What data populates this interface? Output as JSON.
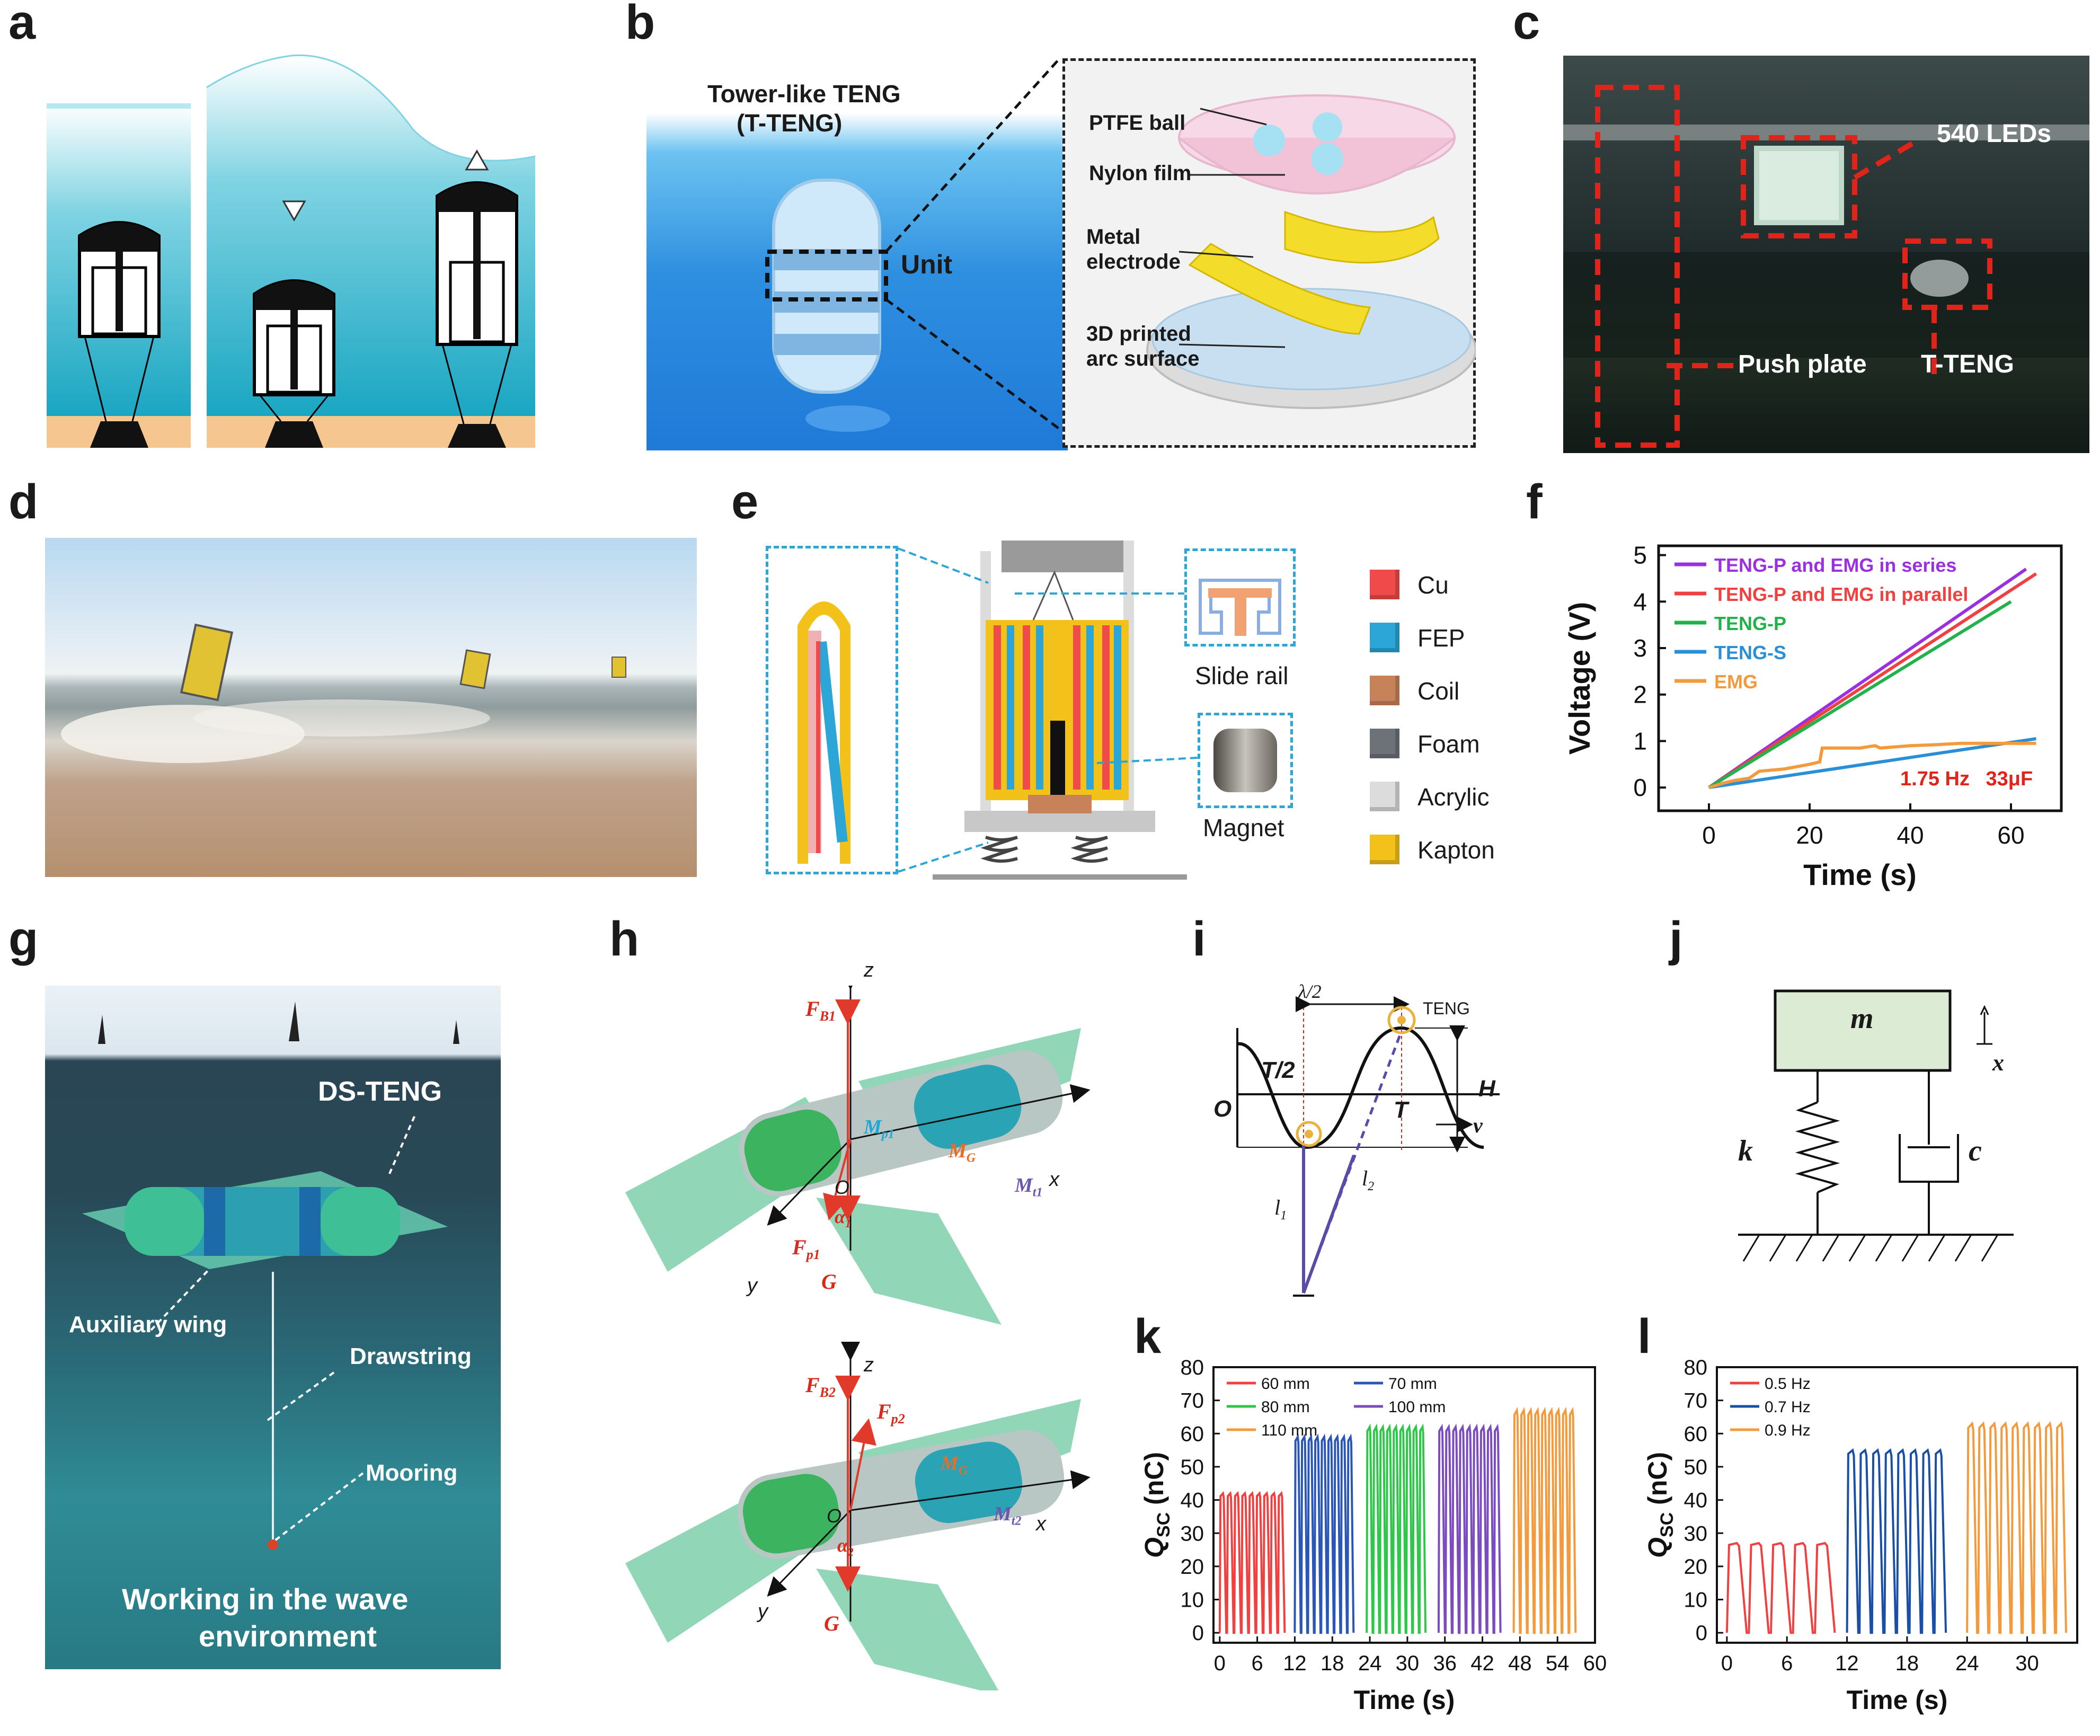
{
  "panels": [
    "a",
    "b",
    "c",
    "d",
    "e",
    "f",
    "g",
    "h",
    "i",
    "j",
    "k",
    "l"
  ],
  "b": {
    "title1": "Tower-like TENG",
    "title2": "(T-TENG)",
    "unit": "Unit",
    "ptfe": "PTFE ball",
    "nylon": "Nylon film",
    "metal1": "Metal",
    "metal2": "electrode",
    "arc1": "3D printed",
    "arc2": "arc surface"
  },
  "c": {
    "leds": "540 LEDs",
    "push": "Push plate",
    "teng": "T-TENG"
  },
  "e": {
    "slide": "Slide rail",
    "magnet": "Magnet",
    "legend": [
      {
        "name": "Cu",
        "color": "#f04a4a"
      },
      {
        "name": "FEP",
        "color": "#2ba6d6"
      },
      {
        "name": "Coil",
        "color": "#c8825a"
      },
      {
        "name": "Foam",
        "color": "#6d7178"
      },
      {
        "name": "Acrylic",
        "color": "#dcdcdc"
      },
      {
        "name": "Kapton",
        "color": "#f2c21a"
      }
    ]
  },
  "f": {
    "ylabel": "Voltage (V)",
    "xlabel": "Time (s)",
    "annot1": "1.75 Hz",
    "annot2": "33μF",
    "xticks": [
      "0",
      "20",
      "40",
      "60"
    ],
    "yticks": [
      "0",
      "1",
      "2",
      "3",
      "4",
      "5"
    ]
  },
  "g": {
    "dsteng": "DS-TENG",
    "wing": "Auxiliary wing",
    "drawstring": "Drawstring",
    "mooring": "Mooring",
    "working1": "Working in the wave",
    "working2": "environment"
  },
  "h": {
    "z": "z",
    "x": "x",
    "y": "y",
    "o": "O",
    "fb1": "F",
    "fb1s": "B1",
    "mp1": "M",
    "mp1s": "p1",
    "mg1": "M",
    "mg1s": "G",
    "mt1": "M",
    "mt1s": "t1",
    "fp1": "F",
    "fp1s": "p1",
    "g1": "G",
    "a1": "α",
    "a1s": "1",
    "fb2": "F",
    "fb2s": "B2",
    "fp2": "F",
    "fp2s": "p2",
    "mg2": "M",
    "mg2s": "G",
    "mt2": "M",
    "mt2s": "t2",
    "g2": "G",
    "a2": "α",
    "a2s": "2"
  },
  "i": {
    "lambda": "λ/2",
    "teng": "TENG",
    "t2": "T/2",
    "o": "O",
    "t": "T",
    "v": "v",
    "h": "H",
    "l1": "l",
    "l1s": "1",
    "l2": "l",
    "l2s": "2"
  },
  "j": {
    "m": "m",
    "x": "x",
    "k": "k",
    "c": "c"
  },
  "k": {
    "ylabel": "Q",
    "ylabel_sub": "SC",
    "ylabel_unit": " (nC)",
    "xlabel": "Time (s)",
    "xticks": [
      "0",
      "6",
      "12",
      "18",
      "24",
      "30",
      "36",
      "42",
      "48",
      "54",
      "60"
    ],
    "yticks": [
      "0",
      "10",
      "20",
      "30",
      "40",
      "50",
      "60",
      "70",
      "80"
    ],
    "legend": [
      {
        "name": "60 mm",
        "color": "#f04040"
      },
      {
        "name": "70 mm",
        "color": "#2a56b8"
      },
      {
        "name": "80 mm",
        "color": "#2ec74a"
      },
      {
        "name": "100 mm",
        "color": "#7a4cc0"
      },
      {
        "name": "110 mm",
        "color": "#f39a3c"
      }
    ]
  },
  "l": {
    "ylabel": "Q",
    "ylabel_sub": "SC",
    "ylabel_unit": " (nC)",
    "xlabel": "Time (s)",
    "xticks": [
      "0",
      "6",
      "12",
      "18",
      "24",
      "30"
    ],
    "yticks": [
      "0",
      "10",
      "20",
      "30",
      "40",
      "50",
      "60",
      "70",
      "80"
    ],
    "legend": [
      {
        "name": "0.5 Hz",
        "color": "#f04040"
      },
      {
        "name": "0.7 Hz",
        "color": "#1a4fa8"
      },
      {
        "name": "0.9 Hz",
        "color": "#f39a3c"
      }
    ]
  },
  "chart_data": [
    {
      "type": "line",
      "panel": "f",
      "xlabel": "Time (s)",
      "ylabel": "Voltage (V)",
      "xlim": [
        -10,
        70
      ],
      "ylim": [
        -0.5,
        5.2
      ],
      "series": [
        {
          "name": "TENG-P and EMG in series",
          "color": "#9b30e0",
          "x": [
            0,
            63
          ],
          "y": [
            0,
            4.7
          ]
        },
        {
          "name": "TENG-P and EMG in parallel",
          "color": "#f04040",
          "x": [
            0,
            65
          ],
          "y": [
            0,
            4.6
          ]
        },
        {
          "name": "TENG-P",
          "color": "#22b24c",
          "x": [
            0,
            60
          ],
          "y": [
            0,
            4.0
          ]
        },
        {
          "name": "TENG-S",
          "color": "#2a8fd6",
          "x": [
            0,
            65
          ],
          "y": [
            0,
            1.05
          ]
        },
        {
          "name": "EMG",
          "color": "#f39a3c",
          "x": [
            0,
            3,
            5,
            8,
            10,
            15,
            20,
            22,
            22.5,
            30,
            33,
            34,
            40,
            45,
            50,
            60,
            65
          ],
          "y": [
            0,
            0.1,
            0.15,
            0.2,
            0.35,
            0.4,
            0.5,
            0.55,
            0.85,
            0.85,
            0.9,
            0.85,
            0.9,
            0.92,
            0.95,
            0.95,
            0.95
          ]
        }
      ]
    },
    {
      "type": "line",
      "panel": "k",
      "xlabel": "Time (s)",
      "ylabel": "QSC (nC)",
      "xlim": [
        -1,
        60
      ],
      "ylim": [
        -3,
        80
      ],
      "series": [
        {
          "name": "60 mm",
          "color": "#f04040",
          "x_range": [
            0,
            10.5
          ],
          "peak": 42,
          "cycles": 9
        },
        {
          "name": "70 mm",
          "color": "#2a56b8",
          "x_range": [
            12,
            21.5
          ],
          "peak": 59,
          "cycles": 9
        },
        {
          "name": "80 mm",
          "color": "#2ec74a",
          "x_range": [
            23.5,
            33
          ],
          "peak": 62,
          "cycles": 9
        },
        {
          "name": "100 mm",
          "color": "#7a4cc0",
          "x_range": [
            35,
            45
          ],
          "peak": 62,
          "cycles": 9
        },
        {
          "name": "110 mm",
          "color": "#f39a3c",
          "x_range": [
            47,
            57
          ],
          "peak": 67,
          "cycles": 9
        }
      ]
    },
    {
      "type": "line",
      "panel": "l",
      "xlabel": "Time (s)",
      "ylabel": "QSC (nC)",
      "xlim": [
        -1,
        35
      ],
      "ylim": [
        -3,
        80
      ],
      "series": [
        {
          "name": "0.5 Hz",
          "color": "#f04040",
          "x_range": [
            0,
            11
          ],
          "peak": 27,
          "cycles": 5
        },
        {
          "name": "0.7 Hz",
          "color": "#1a4fa8",
          "x_range": [
            12,
            22
          ],
          "peak": 55,
          "cycles": 8
        },
        {
          "name": "0.9 Hz",
          "color": "#f39a3c",
          "x_range": [
            24,
            34
          ],
          "peak": 63,
          "cycles": 9
        }
      ]
    }
  ]
}
